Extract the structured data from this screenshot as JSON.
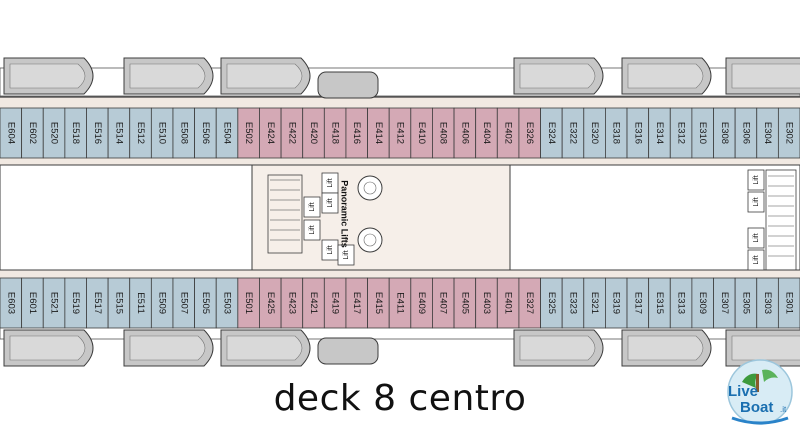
{
  "deck": {
    "caption": "deck 8 centro",
    "colors": {
      "cabin_blue": "#b7cbd6",
      "cabin_pink": "#d4a9b5",
      "corridor": "#f1e9e2",
      "lifeboat": "#c7c7c7",
      "outline": "#3c3c3c"
    },
    "top_row": [
      {
        "label": "E604",
        "color": "blue"
      },
      {
        "label": "E602",
        "color": "blue"
      },
      {
        "label": "E520",
        "color": "blue"
      },
      {
        "label": "E518",
        "color": "blue"
      },
      {
        "label": "E516",
        "color": "blue"
      },
      {
        "label": "E514",
        "color": "blue"
      },
      {
        "label": "E512",
        "color": "blue"
      },
      {
        "label": "E510",
        "color": "blue"
      },
      {
        "label": "E508",
        "color": "blue"
      },
      {
        "label": "E506",
        "color": "blue"
      },
      {
        "label": "E504",
        "color": "blue"
      },
      {
        "label": "E502",
        "color": "pink"
      },
      {
        "label": "E424",
        "color": "pink"
      },
      {
        "label": "E422",
        "color": "pink"
      },
      {
        "label": "E420",
        "color": "pink"
      },
      {
        "label": "E418",
        "color": "pink"
      },
      {
        "label": "E416",
        "color": "pink"
      },
      {
        "label": "E414",
        "color": "pink"
      },
      {
        "label": "E412",
        "color": "pink"
      },
      {
        "label": "E410",
        "color": "pink"
      },
      {
        "label": "E408",
        "color": "pink"
      },
      {
        "label": "E406",
        "color": "pink"
      },
      {
        "label": "E404",
        "color": "pink"
      },
      {
        "label": "E402",
        "color": "pink"
      },
      {
        "label": "E326",
        "color": "pink"
      },
      {
        "label": "E324",
        "color": "blue"
      },
      {
        "label": "E322",
        "color": "blue"
      },
      {
        "label": "E320",
        "color": "blue"
      },
      {
        "label": "E318",
        "color": "blue"
      },
      {
        "label": "E316",
        "color": "blue"
      },
      {
        "label": "E314",
        "color": "blue"
      },
      {
        "label": "E312",
        "color": "blue"
      },
      {
        "label": "E310",
        "color": "blue"
      },
      {
        "label": "E308",
        "color": "blue"
      },
      {
        "label": "E306",
        "color": "blue"
      },
      {
        "label": "E304",
        "color": "blue"
      },
      {
        "label": "E302",
        "color": "blue"
      }
    ],
    "bottom_row": [
      {
        "label": "E603",
        "color": "blue"
      },
      {
        "label": "E601",
        "color": "blue"
      },
      {
        "label": "E521",
        "color": "blue"
      },
      {
        "label": "E519",
        "color": "blue"
      },
      {
        "label": "E517",
        "color": "blue"
      },
      {
        "label": "E515",
        "color": "blue"
      },
      {
        "label": "E511",
        "color": "blue"
      },
      {
        "label": "E509",
        "color": "blue"
      },
      {
        "label": "E507",
        "color": "blue"
      },
      {
        "label": "E505",
        "color": "blue"
      },
      {
        "label": "E503",
        "color": "blue"
      },
      {
        "label": "E501",
        "color": "pink"
      },
      {
        "label": "E425",
        "color": "pink"
      },
      {
        "label": "E423",
        "color": "pink"
      },
      {
        "label": "E421",
        "color": "pink"
      },
      {
        "label": "E419",
        "color": "pink"
      },
      {
        "label": "E417",
        "color": "pink"
      },
      {
        "label": "E415",
        "color": "pink"
      },
      {
        "label": "E411",
        "color": "pink"
      },
      {
        "label": "E409",
        "color": "pink"
      },
      {
        "label": "E407",
        "color": "pink"
      },
      {
        "label": "E405",
        "color": "pink"
      },
      {
        "label": "E403",
        "color": "pink"
      },
      {
        "label": "E401",
        "color": "pink"
      },
      {
        "label": "E327",
        "color": "pink"
      },
      {
        "label": "E325",
        "color": "blue"
      },
      {
        "label": "E323",
        "color": "blue"
      },
      {
        "label": "E321",
        "color": "blue"
      },
      {
        "label": "E319",
        "color": "blue"
      },
      {
        "label": "E317",
        "color": "blue"
      },
      {
        "label": "E315",
        "color": "blue"
      },
      {
        "label": "E313",
        "color": "blue"
      },
      {
        "label": "E309",
        "color": "blue"
      },
      {
        "label": "E307",
        "color": "blue"
      },
      {
        "label": "E305",
        "color": "blue"
      },
      {
        "label": "E303",
        "color": "blue"
      },
      {
        "label": "E301",
        "color": "blue"
      }
    ],
    "panoramic_lifts_label": "Panoramic Lifts",
    "lift_label": "Lift",
    "lift_count_center": 6,
    "lift_count_right": 4
  },
  "logo": {
    "line1": "Live",
    "line2": "Boat",
    "suffix": ".it",
    "icon": "globe-palm-logo-icon"
  }
}
